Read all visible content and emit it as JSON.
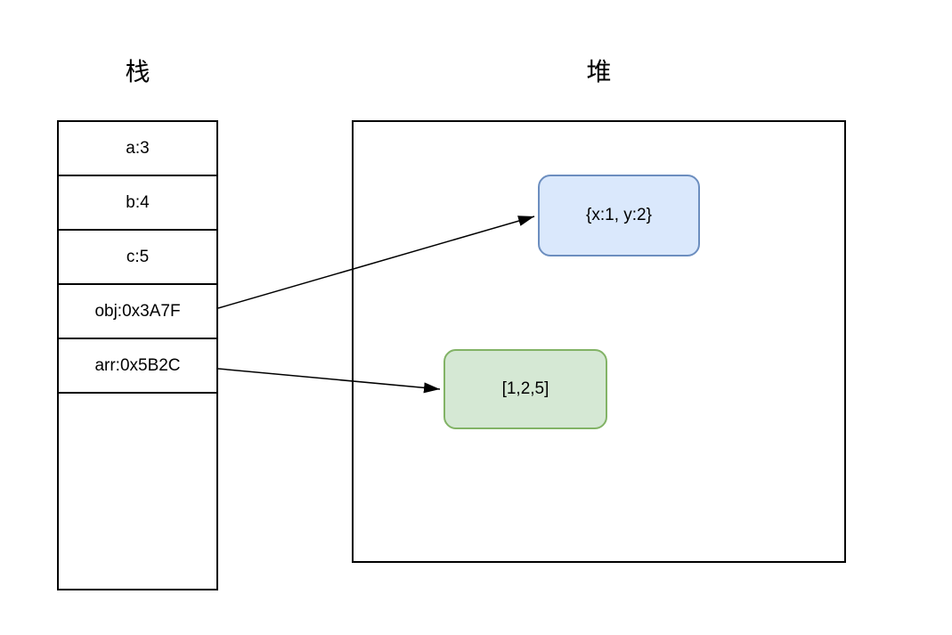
{
  "diagram": {
    "stack": {
      "title": "栈",
      "cells": [
        "a:3",
        "b:4",
        "c:5",
        "obj:0x3A7F",
        "arr:0x5B2C"
      ]
    },
    "heap": {
      "title": "堆",
      "nodes": [
        {
          "id": "object-node",
          "label": "{x:1, y:2}",
          "fill": "#dae8fc",
          "border": "#6c8ebf"
        },
        {
          "id": "array-node",
          "label": "[1,2,5]",
          "fill": "#d5e8d4",
          "border": "#82b366"
        }
      ]
    },
    "arrows": [
      {
        "from": "obj:0x3A7F",
        "to": "{x:1, y:2}"
      },
      {
        "from": "arr:0x5B2C",
        "to": "[1,2,5]"
      }
    ],
    "line_color": "#000000",
    "background": "#ffffff"
  }
}
